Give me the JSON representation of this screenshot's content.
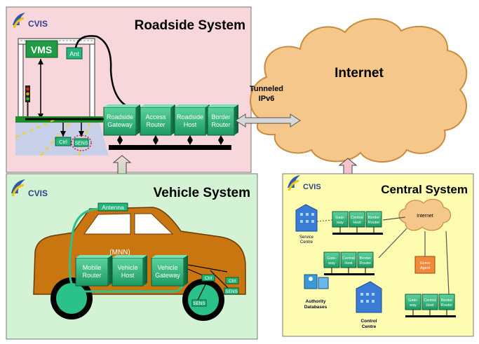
{
  "roadside": {
    "title": "Roadside System",
    "logo": "CVIS",
    "vms": "VMS",
    "ant": "Ant",
    "ctrl": "Ctrl",
    "sens": "SENS",
    "boxes": [
      "Roadside Gateway",
      "Access Router",
      "Roadside Host",
      "Border Router"
    ]
  },
  "internet": {
    "label": "Internet",
    "tunnel": "Tunneled IPv6"
  },
  "vehicle": {
    "title": "Vehicle System",
    "logo": "CVIS",
    "antenna": "Antenna",
    "mnn": "(MNN)",
    "boxes": [
      "Mobile Router",
      "Vehicle Host",
      "Vehicle Gateway"
    ],
    "ctrl1": "Ctrl",
    "ctrl2": "Ctrl",
    "sens1": "SENS",
    "sens2": "SENS"
  },
  "central": {
    "title": "Central System",
    "logo": "CVIS",
    "service_centre": "Service Centre",
    "authority": "Authority Databases",
    "control_centre": "Control Centre",
    "internet": "Internet",
    "home_agent": "Home Agent",
    "triple": [
      "Gate-way",
      "Central Host",
      "Border Router"
    ]
  },
  "colors": {
    "roadside_bg": "#f7d6dc",
    "vehicle_bg": "#d4f2d4",
    "central_bg": "#fdfcb0",
    "box_green": "#25b479",
    "cloud": "#f6c78a",
    "car": "#c97510",
    "accent_green": "#2da02b"
  }
}
